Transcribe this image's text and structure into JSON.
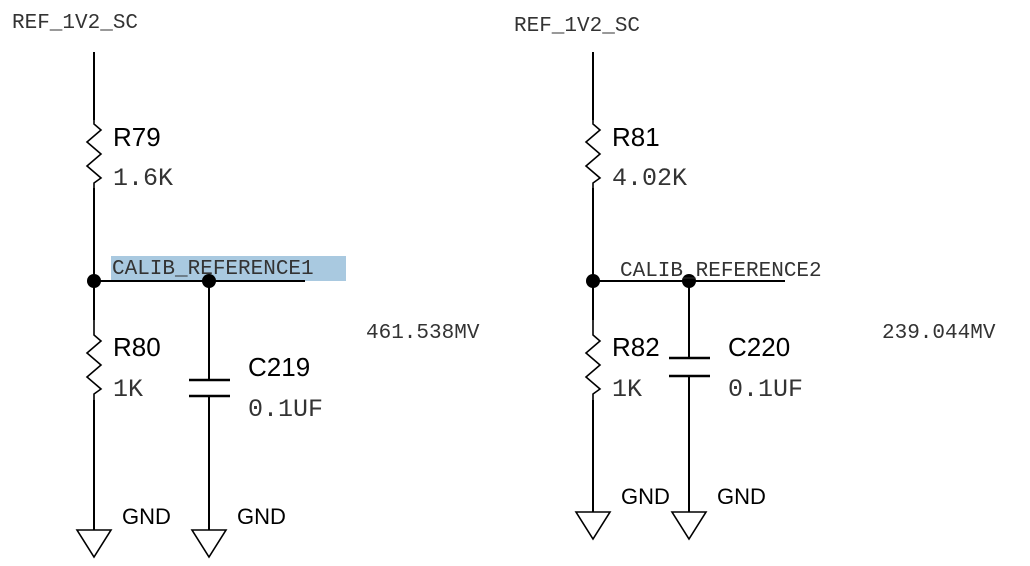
{
  "left": {
    "power_label": "REF_1V2_SC",
    "r_top_ref": "R79",
    "r_top_value": "1.6K",
    "net_label": "CALIB_REFERENCE1",
    "r_bottom_ref": "R80",
    "r_bottom_value": "1K",
    "cap_ref": "C219",
    "cap_value": "0.1UF",
    "gnd1": "GND",
    "gnd2": "GND",
    "voltage": "461.538MV"
  },
  "right": {
    "power_label": "REF_1V2_SC",
    "r_top_ref": "R81",
    "r_top_value": "4.02K",
    "net_label": "CALIB_REFERENCE2",
    "r_bottom_ref": "R82",
    "r_bottom_value": "1K",
    "cap_ref": "C220",
    "cap_value": "0.1UF",
    "gnd1": "GND",
    "gnd2": "GND",
    "voltage": "239.044MV"
  }
}
